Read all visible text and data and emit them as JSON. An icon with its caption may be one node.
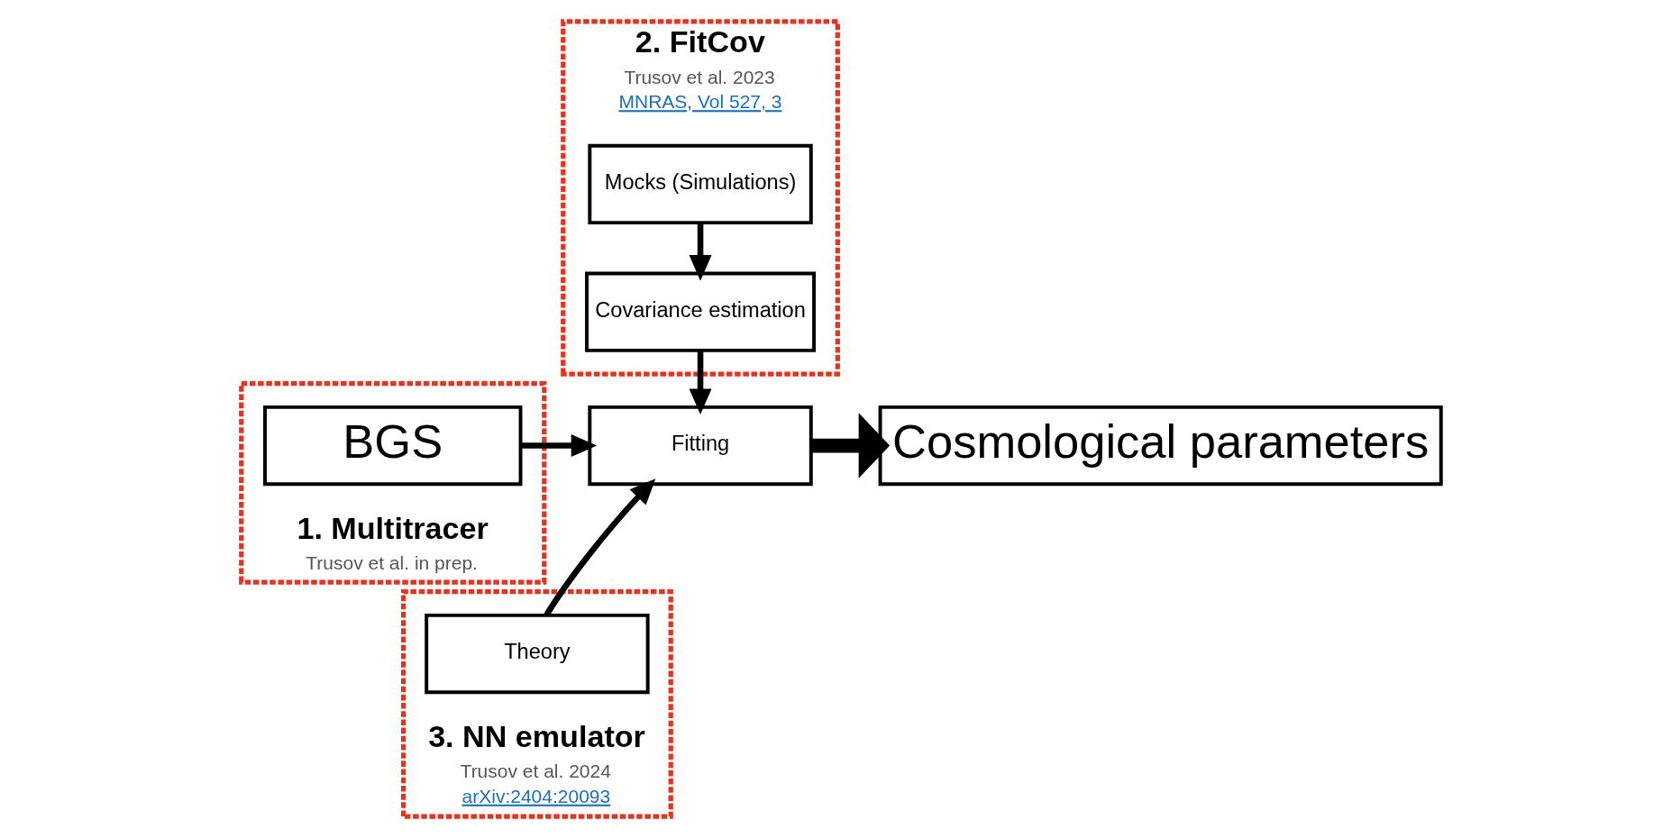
{
  "diagram": {
    "nodes": [
      {
        "text": [
          "1. Multitracer",
          "Trusov et al. in prep."
        ]
      },
      {
        "text": [
          "BGS"
        ],
        "in": 0
      },
      {
        "text": [
          "2. FitCov",
          "Trusov et al. 2023",
          "MNRAS, Vol 527, 3"
        ]
      },
      {
        "text": [
          "Mocks (Simulations)"
        ],
        "in": 2
      },
      {
        "text": [
          "Covariance estimation"
        ],
        "in": 2
      },
      {
        "text": [
          "Fitting"
        ]
      },
      {
        "text": [
          "Cosmological parameters"
        ]
      },
      {
        "text": [
          "3. NN emulator",
          "Trusov et al. 2024",
          "arXiv:2404:20093"
        ]
      },
      {
        "text": [
          "Theory"
        ],
        "in": 7
      }
    ],
    "edges": [
      {
        "from": 3,
        "to": 4,
        "arrow": "to"
      },
      {
        "from": 4,
        "to": 5,
        "arrow": "to"
      },
      {
        "from": 1,
        "to": 5,
        "arrow": "to"
      },
      {
        "from": 8,
        "to": 5,
        "arrow": "to"
      },
      {
        "from": 5,
        "to": 6,
        "arrow": "to",
        "style": "thick"
      }
    ]
  }
}
